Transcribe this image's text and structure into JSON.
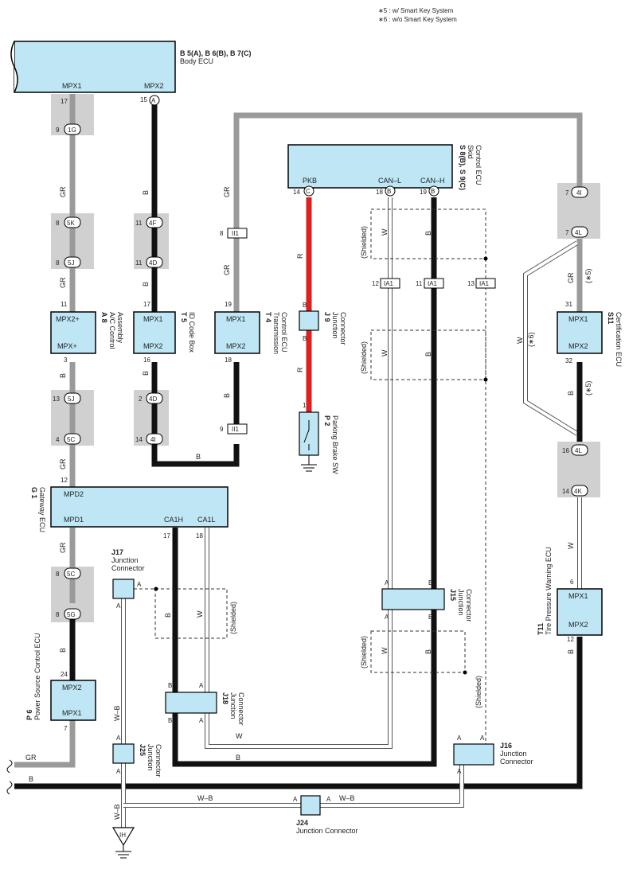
{
  "notes": [
    "∗5 : w/ Smart Key System",
    "∗6 : w/o Smart Key System"
  ],
  "ecus": {
    "body_ecu": {
      "code": "B 5(A), B 6(B), B 7(C)",
      "name": "Body ECU",
      "pins": [
        "MPX1",
        "MPX2"
      ]
    },
    "skid_ecu": {
      "code": "S 8(B), S 9(C)",
      "name1": "Skid",
      "name2": "Control ECU",
      "pins": [
        "PKB",
        "CAN–L",
        "CAN–H"
      ]
    },
    "ac_control": {
      "code": "A 8",
      "name1": "A/C Control",
      "name2": "Assembly",
      "pins": [
        "MPX2+",
        "MPX+"
      ]
    },
    "id_code_box": {
      "code": "T 5",
      "name": "ID Code Box",
      "pins": [
        "MPX1",
        "MPX2"
      ]
    },
    "transmission_ecu": {
      "code": "T 4",
      "name1": "Transmission",
      "name2": "Control ECU",
      "pins": [
        "MPX1",
        "MPX2"
      ]
    },
    "certification_ecu": {
      "code": "S11",
      "name": "Certification ECU",
      "pins": [
        "MPX1",
        "MPX2"
      ]
    },
    "gateway_ecu": {
      "code": "G 1",
      "name": "Gateway ECU",
      "pins": [
        "MPD2",
        "MPD1",
        "CA1H",
        "CA1L"
      ]
    },
    "tire_pressure_ecu": {
      "code": "T11",
      "name": "Tire Pressure Warning ECU",
      "pins": [
        "MPX1",
        "MPX2"
      ]
    },
    "power_source_ecu": {
      "code": "P 6",
      "name": "Power Source Control ECU",
      "pins": [
        "MPX2",
        "MPX1"
      ]
    }
  },
  "components": {
    "j9": {
      "code": "J 9",
      "name1": "Junction",
      "name2": "Connector"
    },
    "p2": {
      "code": "P 2",
      "name": "Parking Brake SW"
    },
    "j15": {
      "code": "J15",
      "name1": "Junction",
      "name2": "Connector"
    },
    "j16": {
      "code": "J16",
      "name1": "Junction",
      "name2": "Connector"
    },
    "j17": {
      "code": "J17",
      "name1": "Junction",
      "name2": "Connector"
    },
    "j18": {
      "code": "J18",
      "name1": "Junction",
      "name2": "Connector"
    },
    "j24": {
      "code": "J24",
      "name": "Junction Connector"
    },
    "j25": {
      "code": "J25",
      "name1": "Junction",
      "name2": "Connector"
    },
    "ground": "IH"
  },
  "connectors": {
    "c1g": "1G",
    "c5k": "5K",
    "c5j_top": "5J",
    "c4f": "4F",
    "c4d_top": "4D",
    "c5j_mid": "5J",
    "c5c_mid": "5C",
    "c4d_mid": "4D",
    "c4i_left": "4I",
    "c5c_low": "5C",
    "c5g": "5G",
    "c4i_right": "4I",
    "c4l_top": "4L",
    "c4l_low": "4L",
    "c4k": "4K",
    "ii1": "II1",
    "ia1": "IA1",
    "pin_A": "A",
    "pin_B": "B",
    "pin_C": "C"
  },
  "pins": {
    "p17": "17",
    "p15": "15",
    "p9": "9",
    "p8": "8",
    "p11": "11",
    "p3": "3",
    "p13": "13",
    "p4": "4",
    "p12": "12",
    "p16": "16",
    "p2": "2",
    "p14": "14",
    "p19": "19",
    "p18": "18",
    "p1": "1",
    "p7": "7",
    "p31": "31",
    "p32": "32",
    "p6": "6",
    "p24": "24"
  },
  "wires": {
    "gr": "GR",
    "b": "B",
    "r": "R",
    "w": "W",
    "wb": "W–B"
  },
  "notes_short": {
    "shielded": "(Shielded)",
    "k5": "(∗5)",
    "k6": "(∗6)"
  },
  "colors": {
    "ecu_fill": "#bfe6f5",
    "gr_wire": "#9a9a9a",
    "b_wire": "#111111",
    "r_wire": "#e02020",
    "conn_bg": "#d0d0d0"
  }
}
